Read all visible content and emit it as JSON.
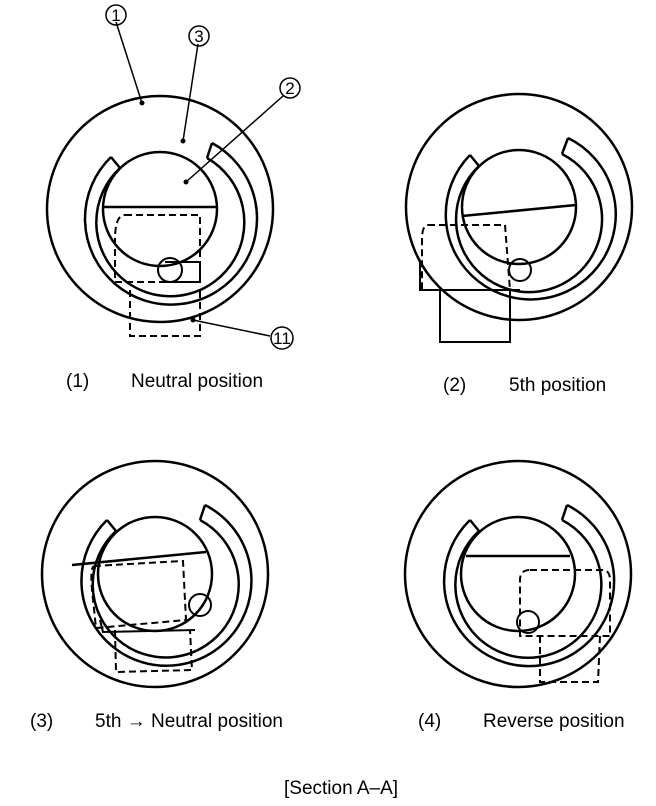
{
  "callouts": {
    "c1": "1",
    "c2": "2",
    "c3": "3",
    "c11": "11"
  },
  "panels": [
    {
      "num": "(1)",
      "label": "Neutral position"
    },
    {
      "num": "(2)",
      "label": "5th position"
    },
    {
      "num": "(3)",
      "label": "5th → Neutral position"
    },
    {
      "num": "(4)",
      "label": "Reverse position"
    }
  ],
  "section_title": "[Section A–A]"
}
